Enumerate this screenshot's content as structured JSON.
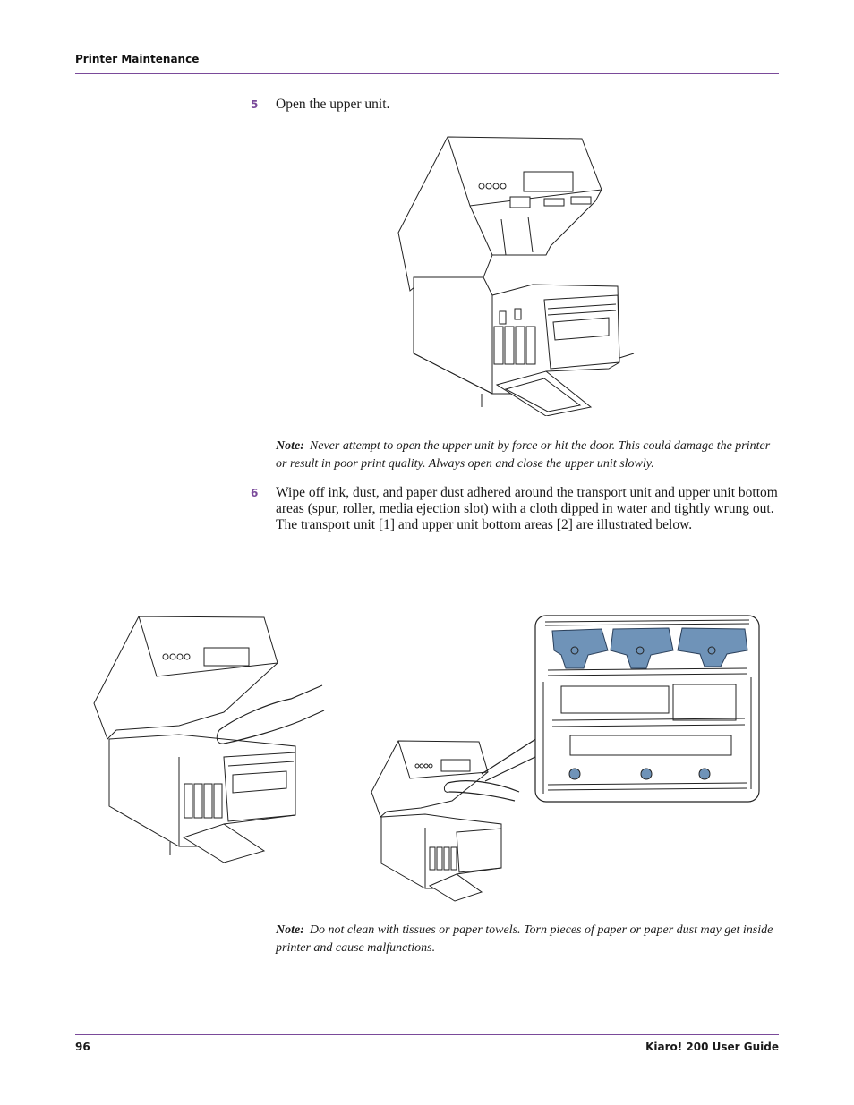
{
  "header": {
    "section": "Printer Maintenance"
  },
  "steps": [
    {
      "number": "5",
      "text": "Open the upper unit."
    },
    {
      "number": "6",
      "text": "Wipe off ink, dust, and paper dust adhered around the transport unit and upper unit bottom areas (spur, roller, media ejection slot) with a cloth dipped in water and tightly wrung out. The transport unit [1] and upper unit bottom areas [2] are illustrated below."
    }
  ],
  "notes": [
    {
      "label": "Note:",
      "text": "Never attempt to open the upper unit by force or hit the door. This could damage the printer or result in poor print quality. Always open and close the upper unit slowly."
    },
    {
      "label": "Note:",
      "text": "Do not clean with tissues or paper towels. Torn pieces of paper or paper dust may get inside printer and cause malfunctions."
    }
  ],
  "footer": {
    "page_number": "96",
    "guide_title": "Kiaro! 200 User Guide"
  },
  "colors": {
    "accent": "#7a4a9a",
    "highlight": "#6f93b8"
  }
}
